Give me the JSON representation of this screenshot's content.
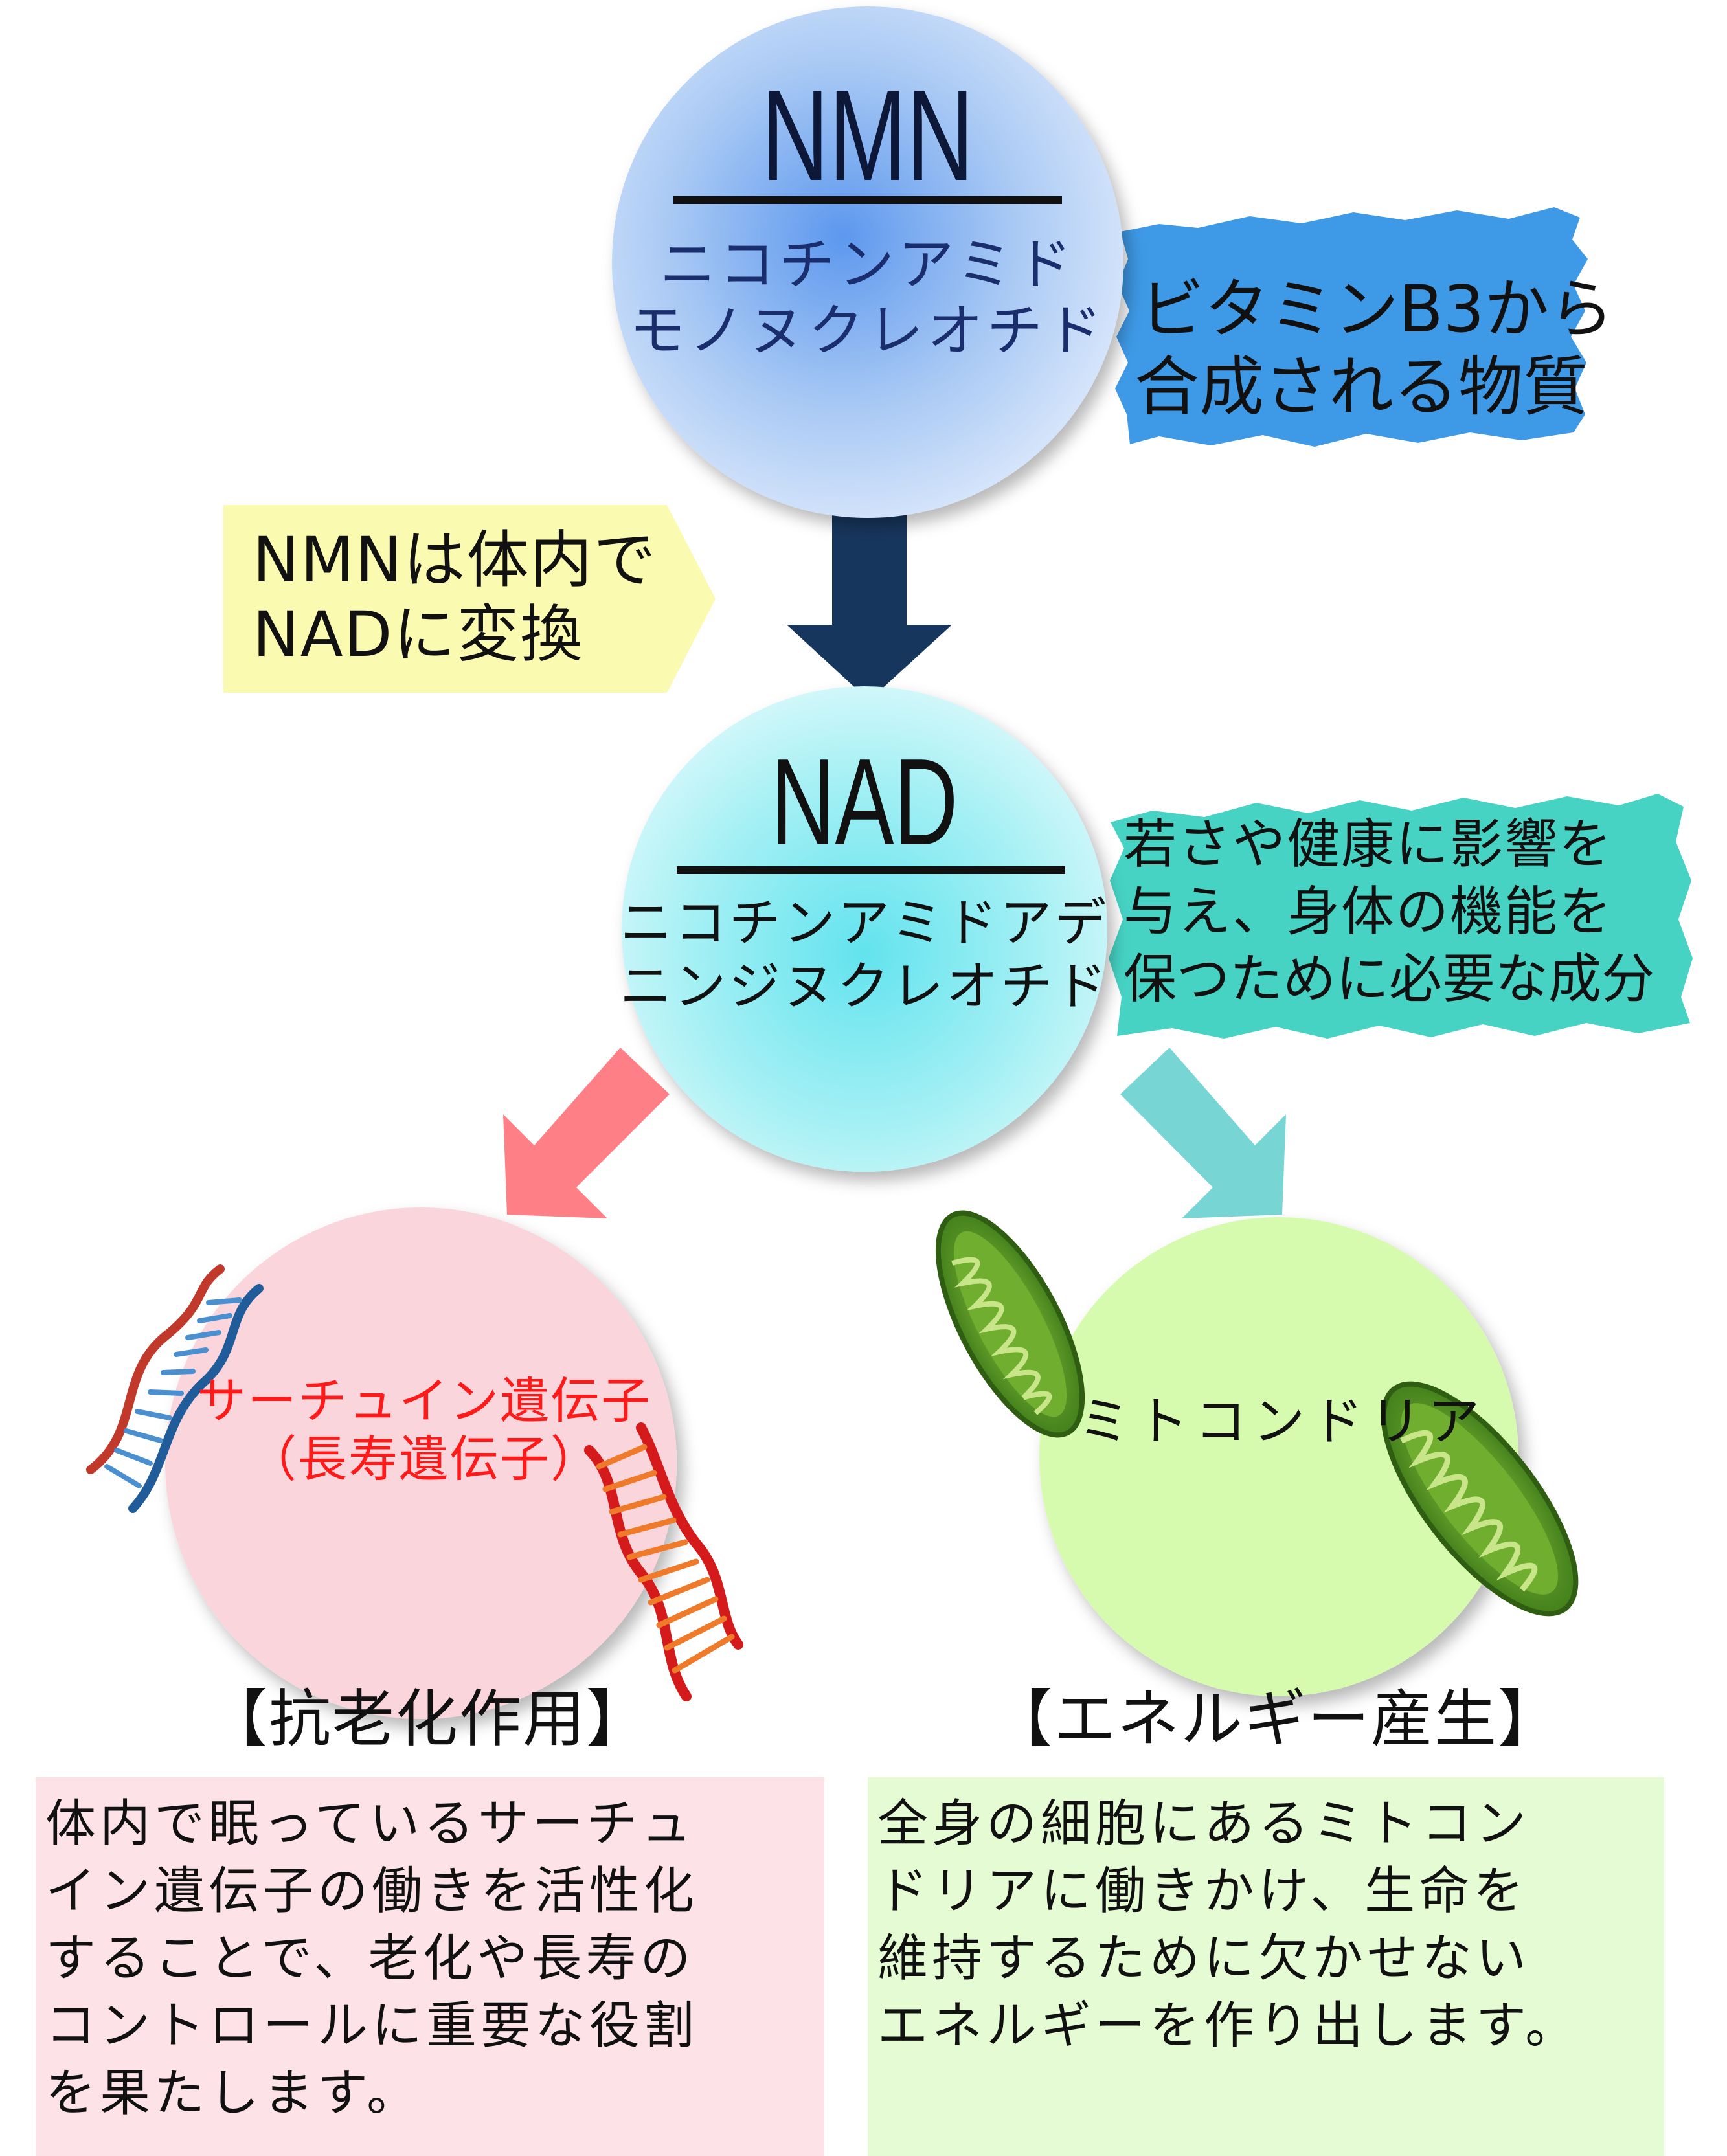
{
  "nmn": {
    "acronym": "NMN",
    "fullname_line1": "ニコチンアミド",
    "fullname_line2": "モノヌクレオチド"
  },
  "nmn_note": {
    "line1": "ビタミンB3から",
    "line2": "合成される物質"
  },
  "conversion_note": {
    "line1": "NMNは体内で",
    "line2": "NADに変換"
  },
  "nad": {
    "acronym": "NAD",
    "fullname_line1": "ニコチンアミドアデ",
    "fullname_line2": "ニンジヌクレオチド"
  },
  "nad_note": {
    "line1": "若さや健康に影響を",
    "line2": "与え、身体の機能を",
    "line3": "保つために必要な成分"
  },
  "left_branch": {
    "circle_label_line1": "サーチュイン遺伝子",
    "circle_label_line2": "（長寿遺伝子）",
    "heading": "【抗老化作用】",
    "description_lines": [
      "体内で眠っているサーチュ",
      "イン遺伝子の働きを活性化",
      "することで、老化や長寿の",
      "コントロールに重要な役割",
      "を果たします。"
    ]
  },
  "right_branch": {
    "circle_label": "ミトコンドリア",
    "heading": "【エネルギー産生】",
    "description_lines": [
      "全身の細胞にあるミトコン",
      "ドリアに働きかけ、生命を",
      "維持するために欠かせない",
      "エネルギーを作り出します。"
    ]
  },
  "colors": {
    "nmn_circle": "#8fb8f2",
    "nad_circle": "#8eeaf0",
    "left_circle": "#fbd5dc",
    "right_circle": "#d7fbae",
    "down_arrow": "#17365d",
    "left_arrow": "#ff7f86",
    "right_arrow": "#77d6d4",
    "note_blue": "#3e99e6",
    "note_teal": "#46d3c4",
    "note_yellow": "#fafab0",
    "left_panel": "#fde3e7",
    "right_panel": "#e4fbd3",
    "left_label_text": "#ff1a1a"
  }
}
